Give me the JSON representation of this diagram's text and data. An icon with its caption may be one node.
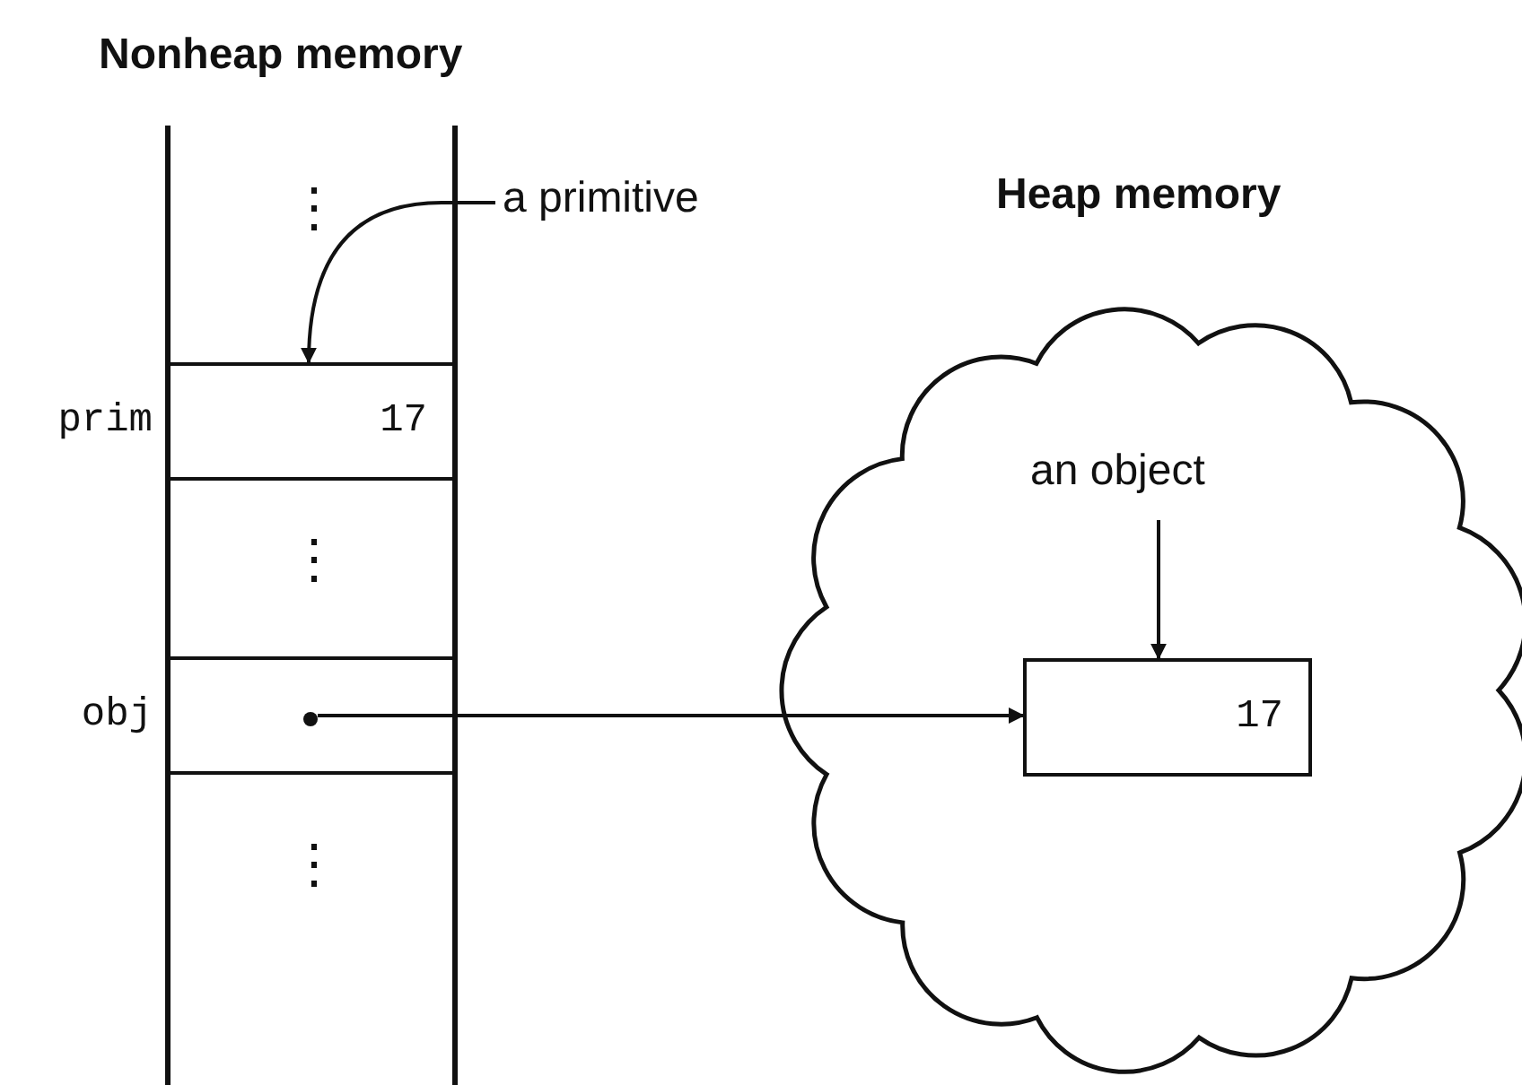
{
  "diagram": {
    "nodes": [
      {
        "text": [
          "Nonheap memory"
        ]
      },
      {
        "text": [
          "17"
        ],
        "beside": [
          "prim"
        ],
        "in": 0
      },
      {
        "text": [],
        "shape": "box",
        "beside": [
          "obj"
        ],
        "in": 0
      },
      {
        "text": [],
        "shape": "circle",
        "in": 2
      },
      {
        "text": [
          "a primitive"
        ]
      },
      {
        "text": [
          "Heap memory"
        ]
      },
      {
        "text": [
          "an object"
        ],
        "in": 5
      },
      {
        "text": [
          "17"
        ],
        "in": 5
      }
    ],
    "edges": [
      {
        "from": 4,
        "to": 1,
        "arrow": "to"
      },
      {
        "from": 3,
        "to": 7,
        "arrow": "to"
      },
      {
        "from": 6,
        "to": 7,
        "arrow": "to"
      }
    ],
    "labels": [
      "⋮",
      "⋮",
      "⋮"
    ]
  }
}
